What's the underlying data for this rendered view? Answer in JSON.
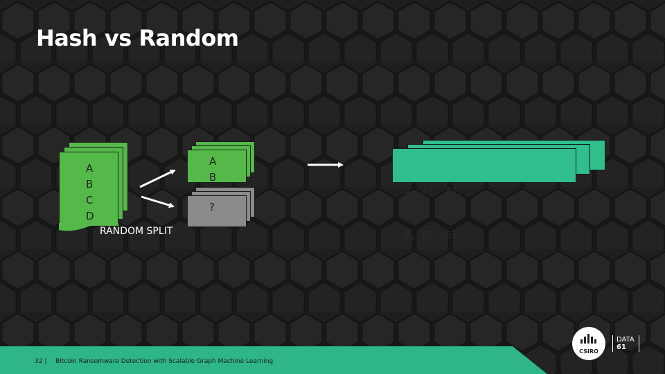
{
  "slide": {
    "title": "Hash vs Random"
  },
  "left_stack": {
    "lines": [
      "A",
      "B",
      "C",
      "D"
    ],
    "color": "#55b94a"
  },
  "upper_right_stack": {
    "lines": [
      "A",
      "B"
    ],
    "color": "#55b94a"
  },
  "lower_right_stack": {
    "text": "?",
    "color": "#8a8a8a"
  },
  "split_caption": "RANDOM SPLIT",
  "result_stack": {
    "line1": "A, A1, A2, …",
    "line2": "B, B1, B2, …",
    "color": "#2fbe8c"
  },
  "footer": {
    "page_number": "32 |",
    "deck_title": "Bitcoin Ransomware Detection with Scalable Graph Machine Learning",
    "bar_color": "#2fb58a"
  },
  "logos": {
    "csiro": "CSIRO",
    "data61_top": "DATA",
    "data61_bottom": "61"
  }
}
